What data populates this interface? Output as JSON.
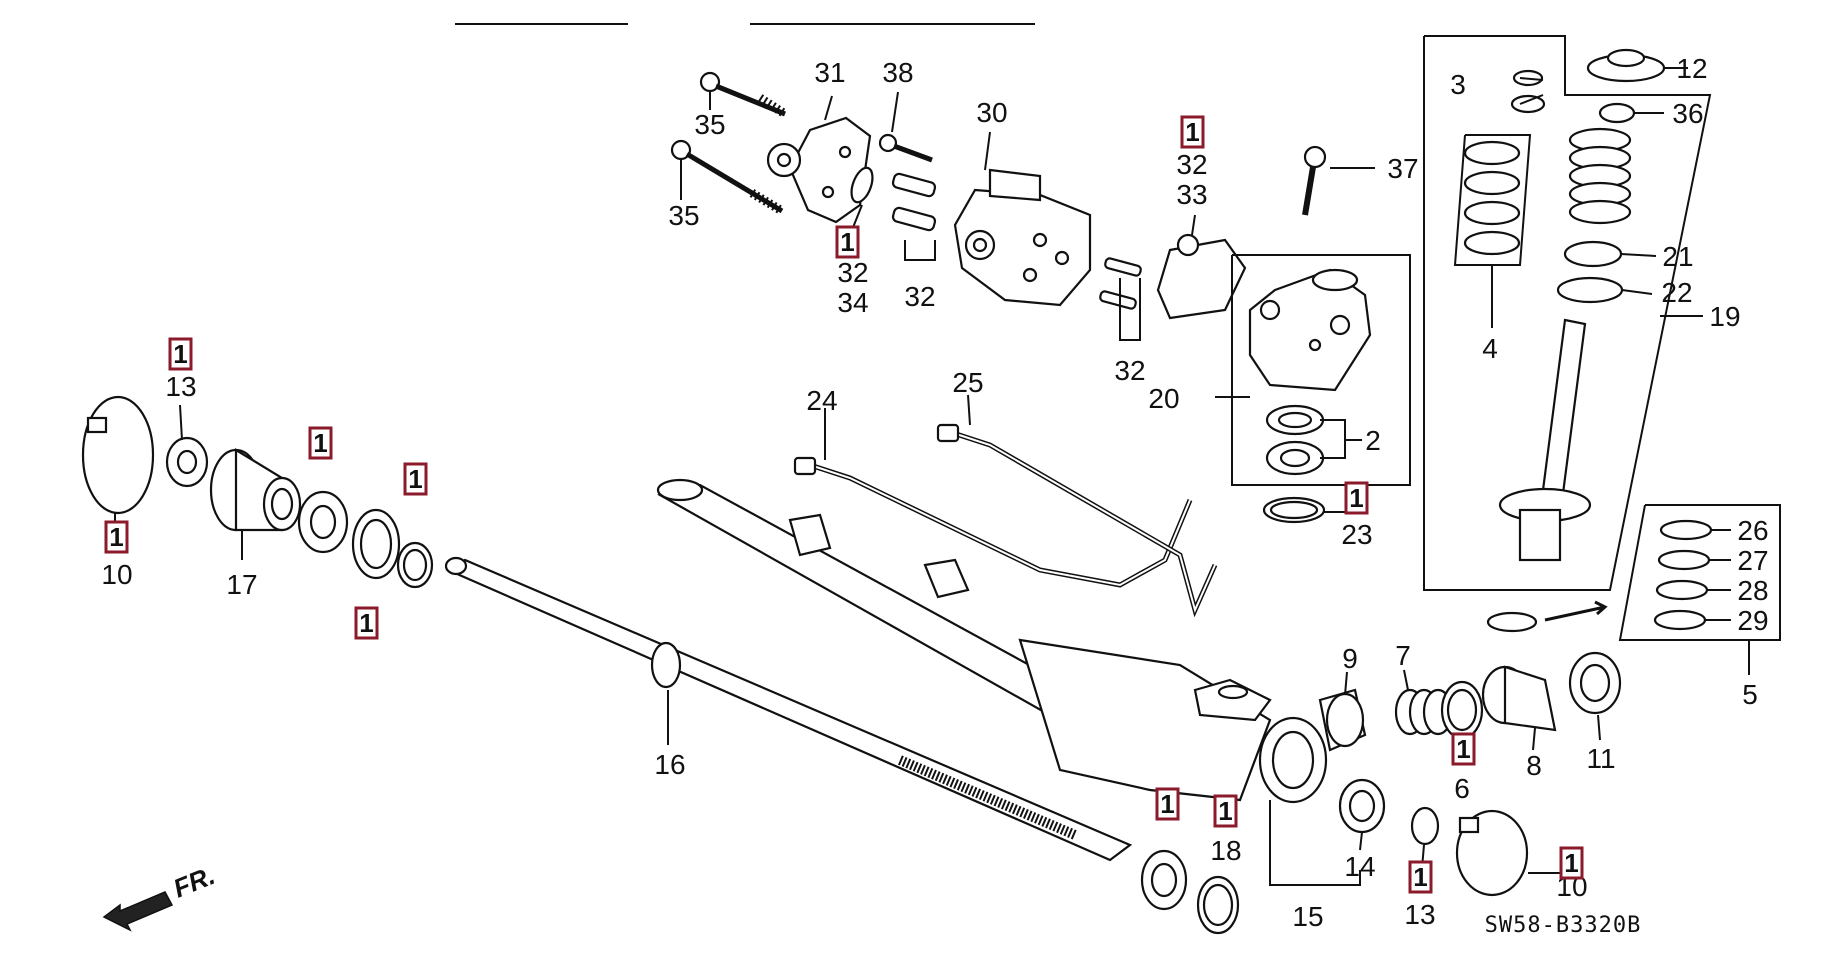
{
  "callouts": [
    {
      "id": "c35a",
      "text": "35"
    },
    {
      "id": "c35b",
      "text": "35"
    },
    {
      "id": "c31",
      "text": "31"
    },
    {
      "id": "c38",
      "text": "38"
    },
    {
      "id": "c30",
      "text": "30"
    },
    {
      "id": "c32a",
      "text": "32"
    },
    {
      "id": "c34",
      "text": "34"
    },
    {
      "id": "c32b",
      "text": "32"
    },
    {
      "id": "c32c",
      "text": "32"
    },
    {
      "id": "c33",
      "text": "33"
    },
    {
      "id": "c32d",
      "text": "32"
    },
    {
      "id": "c37",
      "text": "37"
    },
    {
      "id": "c20",
      "text": "20"
    },
    {
      "id": "c2",
      "text": "2"
    },
    {
      "id": "c23",
      "text": "23"
    },
    {
      "id": "c3",
      "text": "3"
    },
    {
      "id": "c12",
      "text": "12"
    },
    {
      "id": "c36",
      "text": "36"
    },
    {
      "id": "c21",
      "text": "21"
    },
    {
      "id": "c22",
      "text": "22"
    },
    {
      "id": "c4",
      "text": "4"
    },
    {
      "id": "c19",
      "text": "19"
    },
    {
      "id": "c26",
      "text": "26"
    },
    {
      "id": "c27",
      "text": "27"
    },
    {
      "id": "c28",
      "text": "28"
    },
    {
      "id": "c29",
      "text": "29"
    },
    {
      "id": "c5",
      "text": "5"
    },
    {
      "id": "c13a",
      "text": "13"
    },
    {
      "id": "c10a",
      "text": "10"
    },
    {
      "id": "c17",
      "text": "17"
    },
    {
      "id": "c24",
      "text": "24"
    },
    {
      "id": "c25",
      "text": "25"
    },
    {
      "id": "c16",
      "text": "16"
    },
    {
      "id": "c9",
      "text": "9"
    },
    {
      "id": "c7",
      "text": "7"
    },
    {
      "id": "c6",
      "text": "6"
    },
    {
      "id": "c8",
      "text": "8"
    },
    {
      "id": "c11",
      "text": "11"
    },
    {
      "id": "c18",
      "text": "18"
    },
    {
      "id": "c14",
      "text": "14"
    },
    {
      "id": "c15",
      "text": "15"
    },
    {
      "id": "c13b",
      "text": "13"
    },
    {
      "id": "c10b",
      "text": "10"
    }
  ],
  "boxed_labels": [
    {
      "id": "b32a",
      "text": "1"
    },
    {
      "id": "b32c",
      "text": "1"
    },
    {
      "id": "b23",
      "text": "1"
    },
    {
      "id": "b13a",
      "text": "1"
    },
    {
      "id": "b10a",
      "text": "1"
    },
    {
      "id": "b17r",
      "text": "1"
    },
    {
      "id": "b17s",
      "text": "1"
    },
    {
      "id": "b17t",
      "text": "1"
    },
    {
      "id": "b6",
      "text": "1"
    },
    {
      "id": "b18a",
      "text": "1"
    },
    {
      "id": "b18b",
      "text": "1"
    },
    {
      "id": "b13b",
      "text": "1"
    },
    {
      "id": "b10b",
      "text": "1"
    }
  ],
  "diagram_code": "SW58-B3320B",
  "direction_label": "FR.",
  "colors": {
    "ink": "#111111",
    "box_border": "#8b1a2b",
    "background": "#ffffff"
  }
}
